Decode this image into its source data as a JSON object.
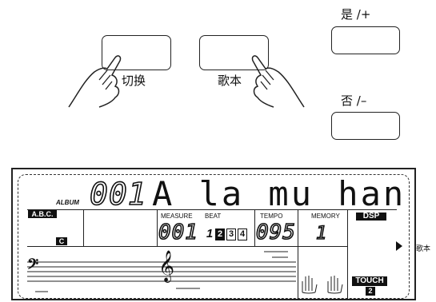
{
  "buttons": {
    "switch_label": "切换",
    "song_label": "歌本",
    "yes_label": "是 /+",
    "no_label": "否 /–"
  },
  "display": {
    "album_label": "ALBUM",
    "song_number": "001",
    "song_title": "A la mu han",
    "abc_label": "A.B.C.",
    "chord": "C",
    "measure_label": "MEASURE",
    "beat_label": "BEAT",
    "measure_value": "001",
    "beats": [
      "1",
      "2",
      "3",
      "4"
    ],
    "active_beat": "1",
    "tempo_label": "TEMPO",
    "tempo_value": "095",
    "memory_label": "MEMORY",
    "memory_value": "1",
    "dsp_label": "DSP",
    "touch_label": "TOUCH",
    "touch_value": "2",
    "side_label": "歌本"
  },
  "icons": [
    "hand-pointer-icon",
    "bass-clef-icon",
    "treble-clef-icon",
    "hands-icon",
    "arrow-right-icon"
  ]
}
